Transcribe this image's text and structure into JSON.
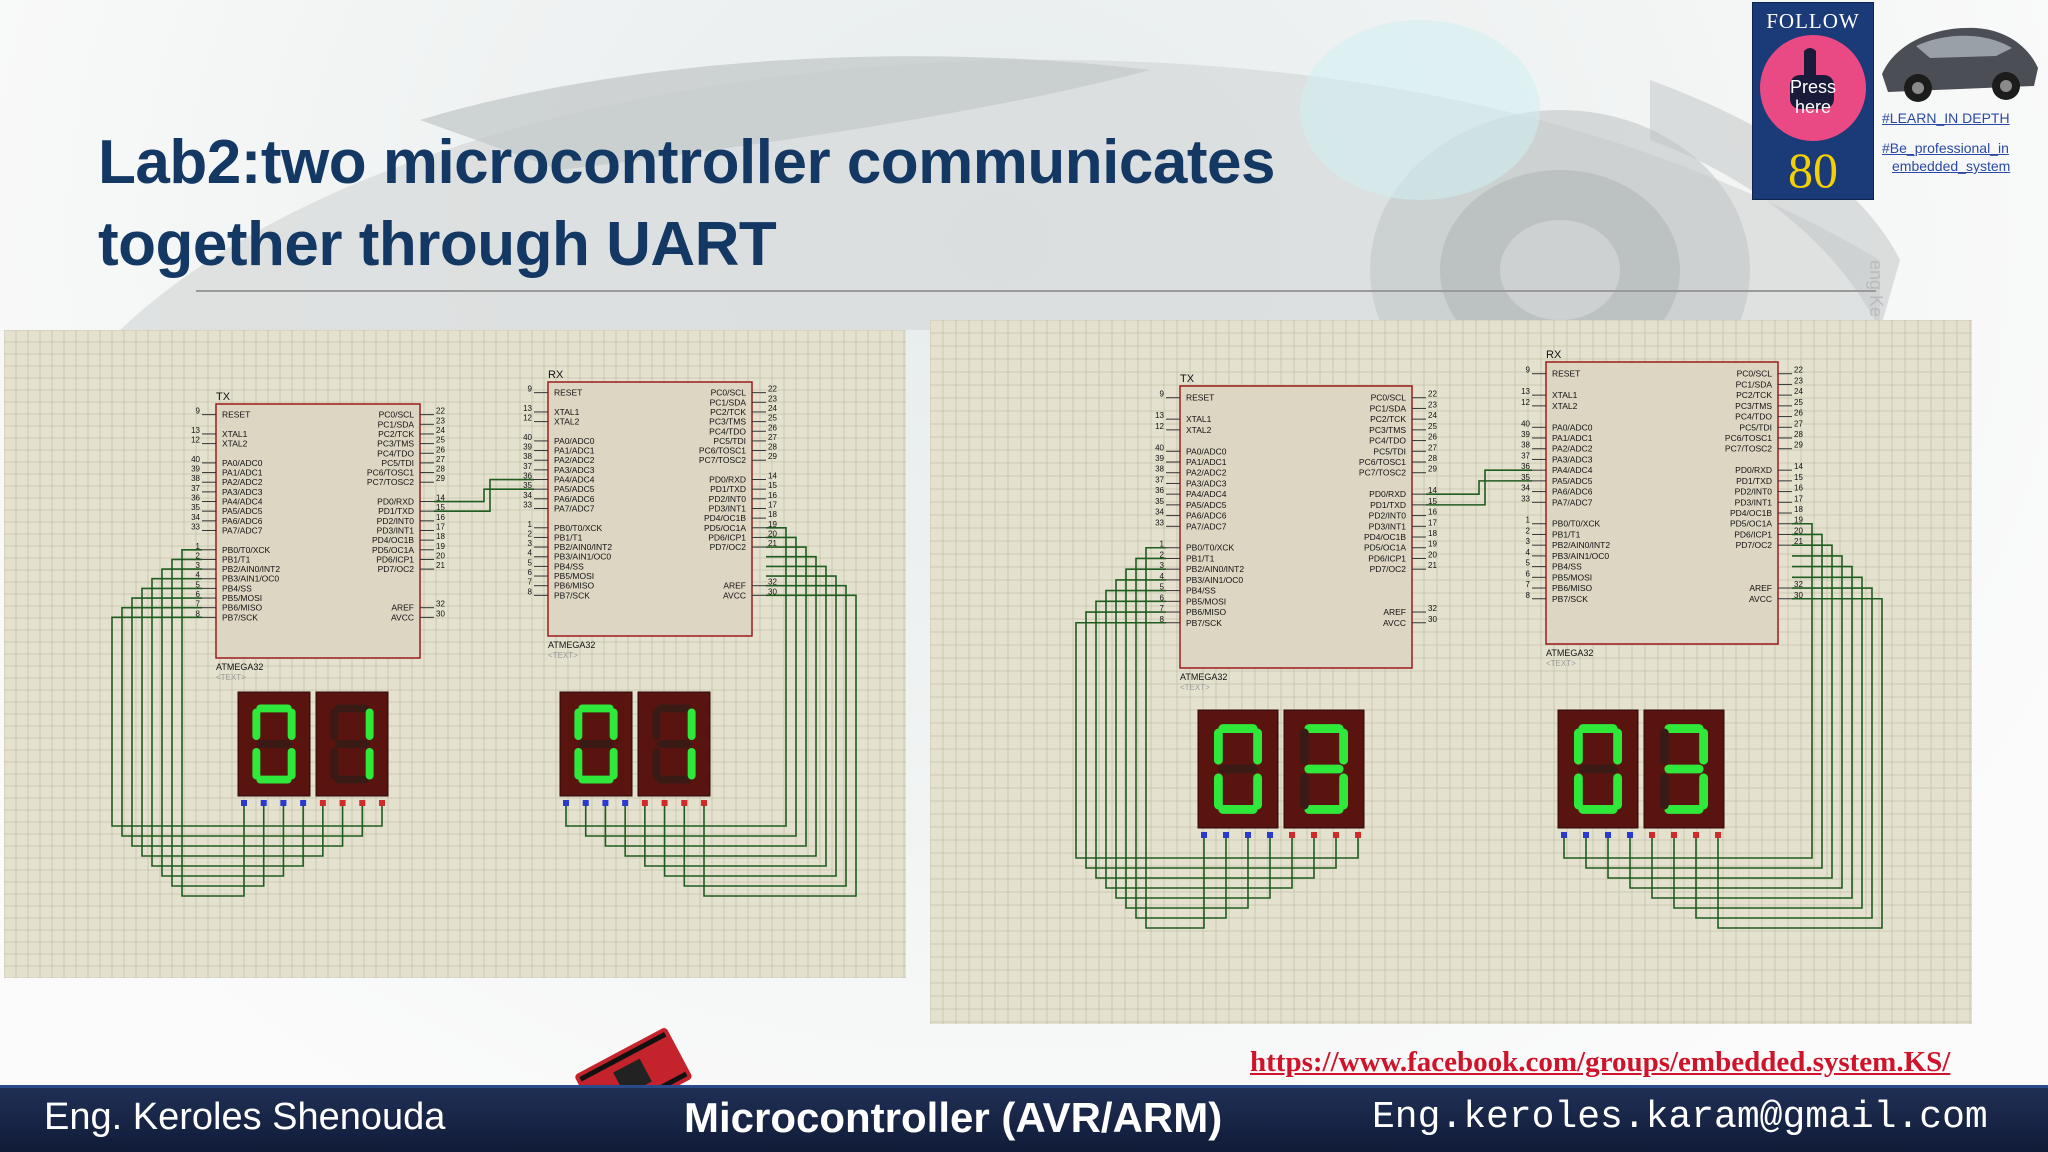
{
  "slide": {
    "title_line1": "Lab2:two microcontroller communicates",
    "title_line2": "together through UART"
  },
  "badge": {
    "follow": "FOLLOW US",
    "press_line1": "Press",
    "press_line2": "here",
    "count": "80",
    "tag_learn": "#LEARN_IN DEPTH",
    "tag_prof_line1": "#Be_professional_in",
    "tag_prof_line2": "embedded_system",
    "vertical": "eng Ke"
  },
  "footer": {
    "link": "https://www.facebook.com/groups/embedded.system.KS/",
    "author": "Eng. Keroles Shenouda",
    "course": "Microcontroller (AVR/ARM)",
    "email": "Eng.keroles.karam@gmail.com"
  },
  "schematic": {
    "chip_name": "ATMEGA32",
    "chip_text": "<TEXT>",
    "left_labels": [
      "RESET",
      "XTAL1",
      "XTAL2",
      "PA0/ADC0",
      "PA1/ADC1",
      "PA2/ADC2",
      "PA3/ADC3",
      "PA4/ADC4",
      "PA5/ADC5",
      "PA6/ADC6",
      "PA7/ADC7",
      "PB0/T0/XCK",
      "PB1/T1",
      "PB2/AIN0/INT2",
      "PB3/AIN1/OC0",
      "PB4/SS",
      "PB5/MOSI",
      "PB6/MISO",
      "PB7/SCK"
    ],
    "right_labels": [
      "PC0/SCL",
      "PC1/SDA",
      "PC2/TCK",
      "PC3/TMS",
      "PC4/TDO",
      "PC5/TDI",
      "PC6/TOSC1",
      "PC7/TOSC2",
      "PD0/RXD",
      "PD1/TXD",
      "PD2/INT0",
      "PD3/INT1",
      "PD4/OC1B",
      "PD5/OC1A",
      "PD6/ICP1",
      "PD7/OC2",
      "AREF",
      "AVCC"
    ],
    "left_pins": [
      "9",
      "13",
      "12",
      "40",
      "39",
      "38",
      "37",
      "36",
      "35",
      "34",
      "33",
      "1",
      "2",
      "3",
      "4",
      "5",
      "6",
      "7",
      "8"
    ],
    "right_pins": [
      "22",
      "23",
      "24",
      "25",
      "26",
      "27",
      "28",
      "29",
      "14",
      "15",
      "16",
      "17",
      "18",
      "19",
      "20",
      "21",
      "32",
      "30"
    ],
    "left_panel": {
      "tx": {
        "label": "TX",
        "display": [
          "0",
          "1"
        ]
      },
      "rx": {
        "label": "RX",
        "display": [
          "0",
          "1"
        ]
      }
    },
    "right_panel": {
      "tx": {
        "label": "TX",
        "display": [
          "0",
          "3"
        ]
      },
      "rx": {
        "label": "RX",
        "display": [
          "0",
          "3"
        ]
      }
    }
  },
  "colors": {
    "title": "#143864",
    "chip_fill": "#ddd6c3",
    "chip_border": "#9b1b1b",
    "wire": "#1f5c1f",
    "seg_on": "#2ee83a",
    "seg_off": "#3a1a14",
    "link": "#d0132a",
    "footer_bg": "#101a36"
  }
}
